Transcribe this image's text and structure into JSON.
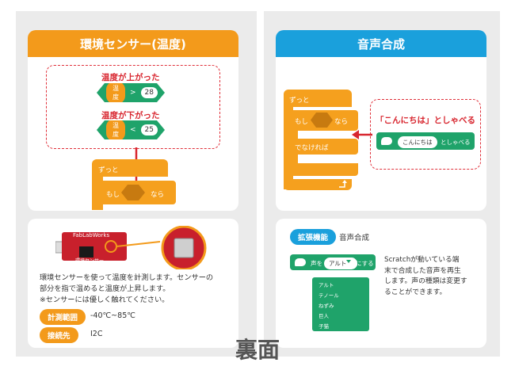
{
  "left_top": {
    "title": "環境センサー(温度)",
    "rise_caption": "温度が上がった",
    "rise_block": {
      "label": "温度",
      "op": ">",
      "value": "28"
    },
    "fall_caption": "温度が下がった",
    "fall_block": {
      "label": "温度",
      "op": "<",
      "value": "25"
    },
    "forever_label": "ずっと",
    "if_label": "もし",
    "then_label": "なら"
  },
  "left_bottom": {
    "board_label": "FabLabWorks",
    "board_sub": "環境センサー",
    "description": [
      "環境センサーを使って温度を計測します。センサーの",
      "部分を指で温めると温度が上昇します。",
      "※センサーには優しく触れてください。"
    ],
    "range_tag": "計測範囲",
    "range_value": "-40℃~85℃",
    "conn_tag": "接続先",
    "conn_value": "I2C"
  },
  "right_top": {
    "title": "音声合成",
    "forever_label": "ずっと",
    "if_label": "もし",
    "then_label": "なら",
    "else_label": "でなければ",
    "say_caption": "「こんにちは」としゃべる",
    "say_value": "こんにちは",
    "say_suffix": "としゃべる"
  },
  "right_bottom": {
    "ext_tag": "拡張機能",
    "ext_name": "音声合成",
    "voice_prefix": "声を",
    "voice_value": "アルト",
    "voice_suffix": "にする",
    "voice_options": [
      "アルト",
      "テノール",
      "ねずみ",
      "巨人",
      "子猫"
    ],
    "description": [
      "Scratchが動いている端",
      "末で合成した音声を再生",
      "します。声の種類は変更す",
      "ることができます。"
    ]
  },
  "footer_label": "裏面",
  "colors": {
    "orange": "#f39a1b",
    "blue": "#1aa0dc",
    "green": "#1fa36a",
    "red": "#d8262f",
    "panel": "#ebebeb"
  }
}
